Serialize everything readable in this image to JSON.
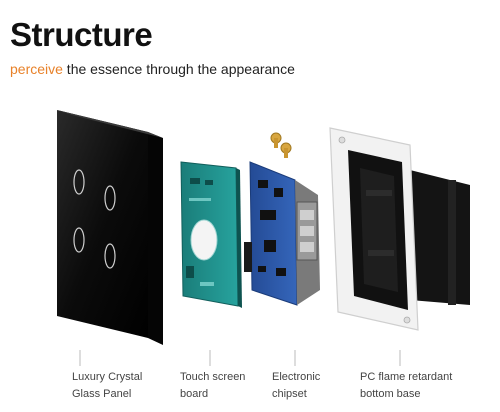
{
  "header": {
    "title": "Structure",
    "subtitle_accent": "perceive",
    "subtitle_rest": " the essence through the appearance",
    "accent_color": "#e8822a"
  },
  "components": [
    {
      "line1": "Luxury Crystal",
      "line2": "Glass Panel"
    },
    {
      "line1": "Touch screen",
      "line2": "board"
    },
    {
      "line1": "Electronic",
      "line2": "chipset"
    },
    {
      "line1": "PC flame retardant",
      "line2": "bottom base"
    }
  ],
  "colors": {
    "glass_panel": "#0b0b0b",
    "touch_board": "#1f8e8a",
    "chipset_pcb": "#2d58a8",
    "base_frame": "#f2f2f2",
    "base_body": "#111111",
    "screws": "#d8a640"
  }
}
